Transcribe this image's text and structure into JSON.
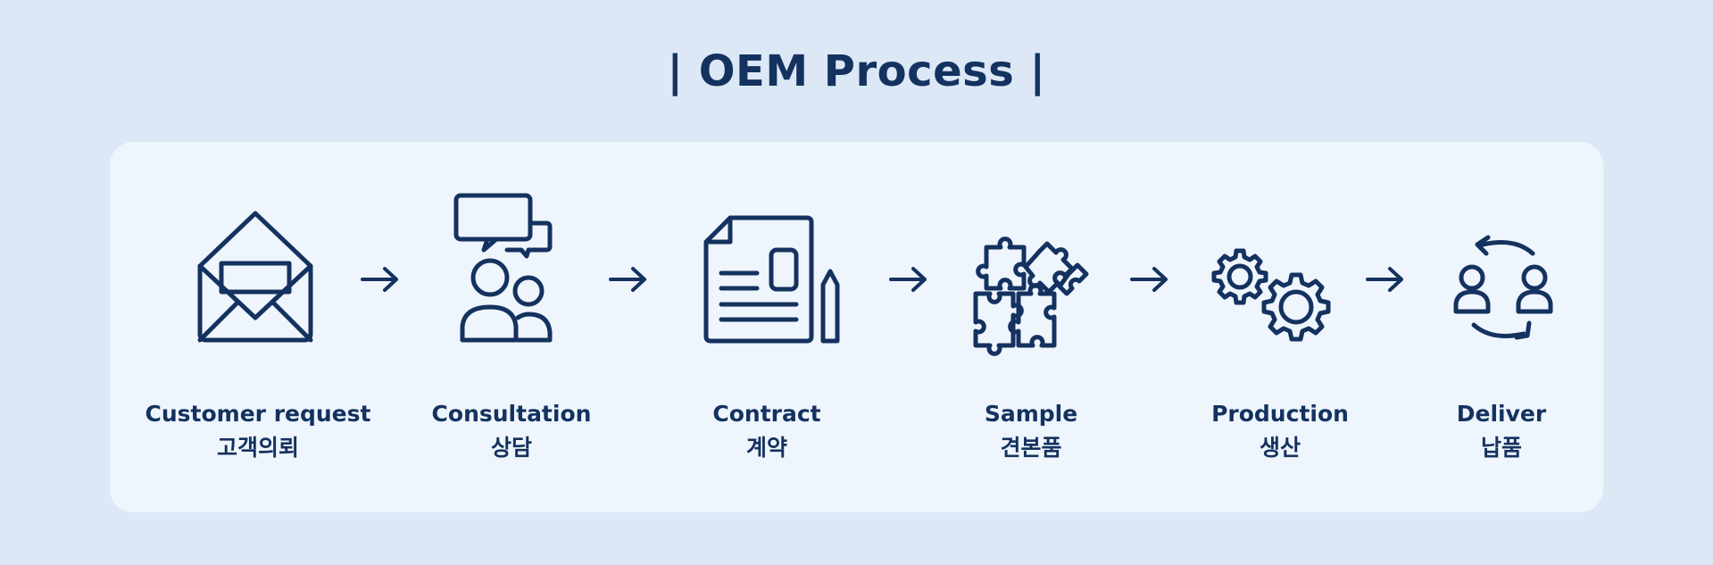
{
  "title": "| OEM Process |",
  "colors": {
    "background": "#dce8f6",
    "panel": "#eff5fc",
    "ink": "#14325f"
  },
  "steps": [
    {
      "label": "Customer request",
      "label_ko": "고객의뢰",
      "icon": "envelope-icon"
    },
    {
      "label": "Consultation",
      "label_ko": "상담",
      "icon": "consultation-icon"
    },
    {
      "label": "Contract",
      "label_ko": "계약",
      "icon": "contract-icon"
    },
    {
      "label": "Sample",
      "label_ko": "견본품",
      "icon": "puzzle-icon"
    },
    {
      "label": "Production",
      "label_ko": "생산",
      "icon": "gears-icon"
    },
    {
      "label": "Deliver",
      "label_ko": "납품",
      "icon": "exchange-icon"
    }
  ],
  "connectors": [
    "arrow-right-icon",
    "arrow-right-icon",
    "arrow-right-icon",
    "arrow-right-icon",
    "arrow-right-icon"
  ]
}
